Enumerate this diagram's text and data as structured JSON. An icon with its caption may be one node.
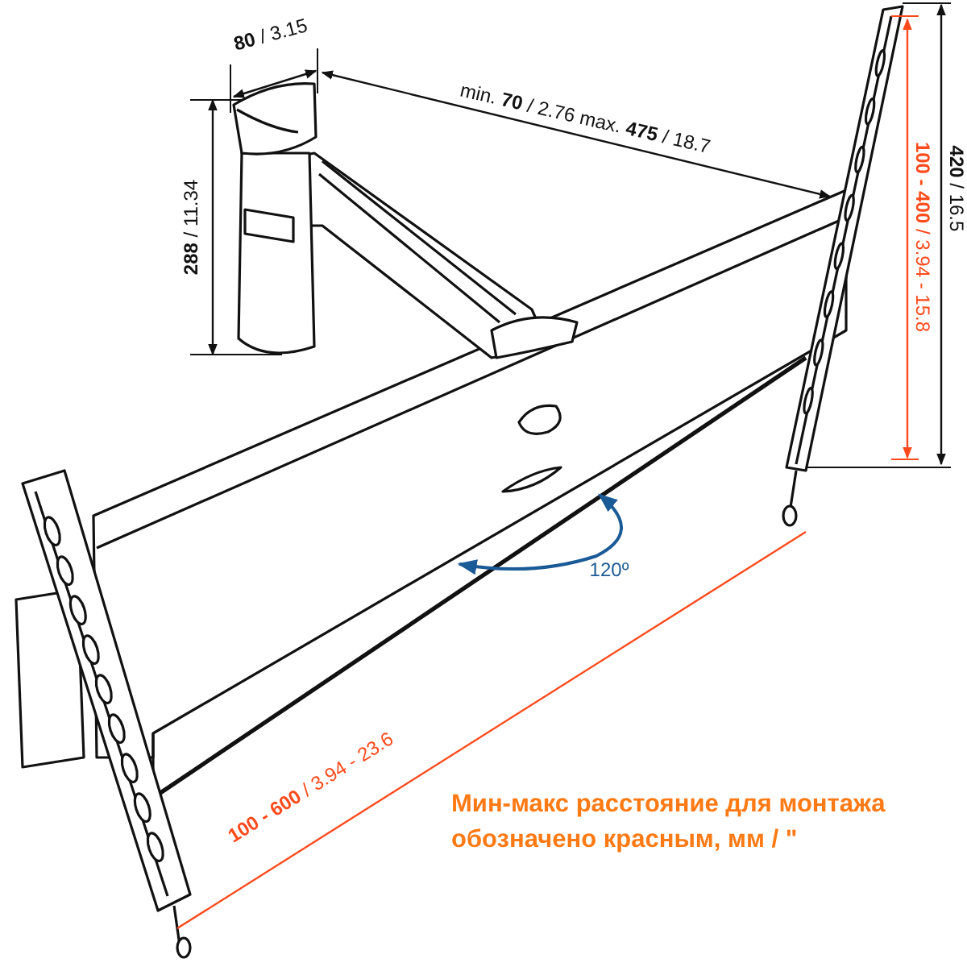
{
  "diagram": {
    "labels": [
      "**80** / 3.15",
      "min. **70** / 2.76 max. **475** / 18.7",
      "**288** / 11.34",
      "**420** / 16.5",
      "**100 - 400** / 3.94 - 15.8",
      "120º",
      "**100 - 600** / 3.94 - 23.6",
      "Мин-макс расстояние для монтажа обозначено красным, мм / \""
    ]
  }
}
